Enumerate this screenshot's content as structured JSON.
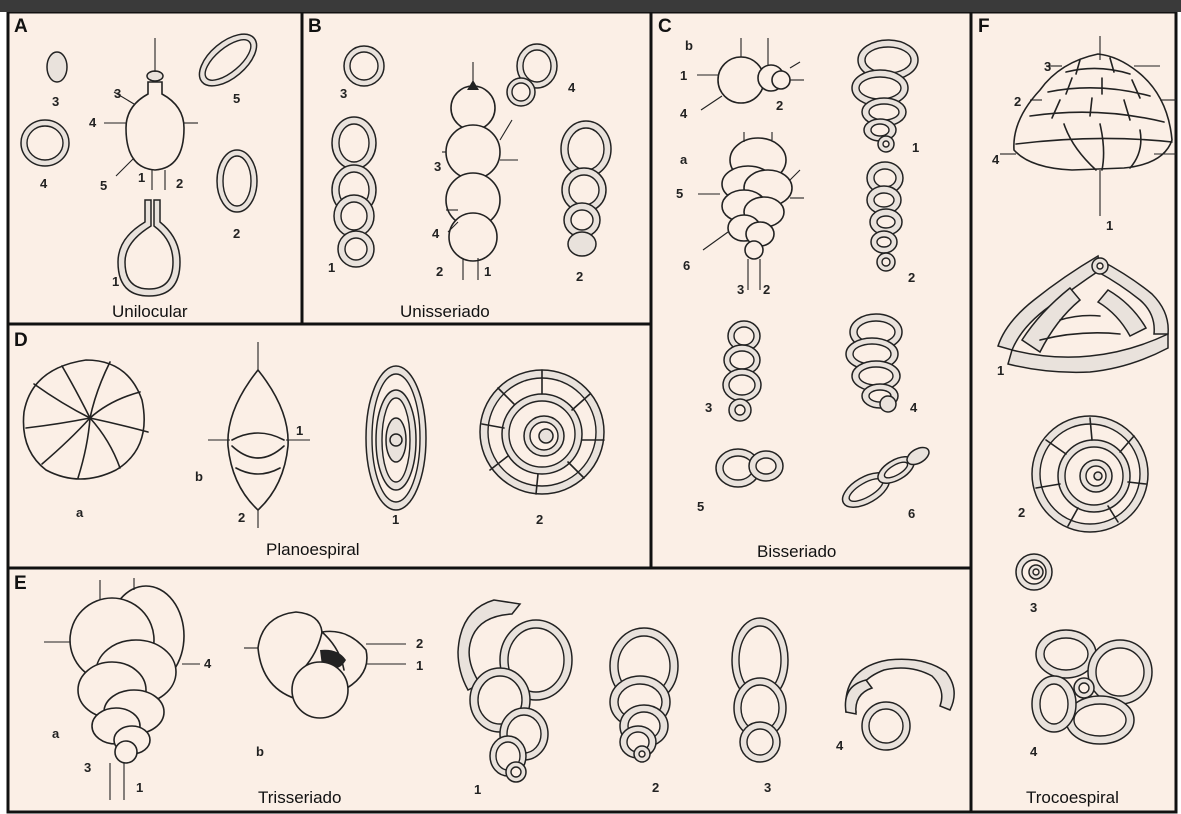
{
  "panels": {
    "A": {
      "letter": "A",
      "caption": "Unilocular",
      "labels": [
        "3",
        "5",
        "3",
        "4",
        "4",
        "5",
        "1",
        "2",
        "2",
        "1"
      ]
    },
    "B": {
      "letter": "B",
      "caption": "Unisseriado",
      "labels": [
        "3",
        "4",
        "3",
        "4",
        "1",
        "2",
        "1",
        "2"
      ]
    },
    "C": {
      "letter": "C",
      "caption": "Bisseriado",
      "labels": [
        "b",
        "1",
        "4",
        "2",
        "1",
        "a",
        "5",
        "6",
        "3",
        "2",
        "2",
        "3",
        "4",
        "5",
        "6"
      ]
    },
    "D": {
      "letter": "D",
      "caption": "Planoespiral",
      "labels": [
        "a",
        "b",
        "1",
        "2",
        "1",
        "2"
      ]
    },
    "E": {
      "letter": "E",
      "caption": "Trisseriado",
      "labels": [
        "a",
        "4",
        "3",
        "1",
        "b",
        "2",
        "1",
        "1",
        "2",
        "3",
        "4"
      ]
    },
    "F": {
      "letter": "F",
      "caption": "Trocoespiral",
      "labels": [
        "3",
        "2",
        "4",
        "1",
        "1",
        "2",
        "3",
        "4"
      ]
    }
  }
}
